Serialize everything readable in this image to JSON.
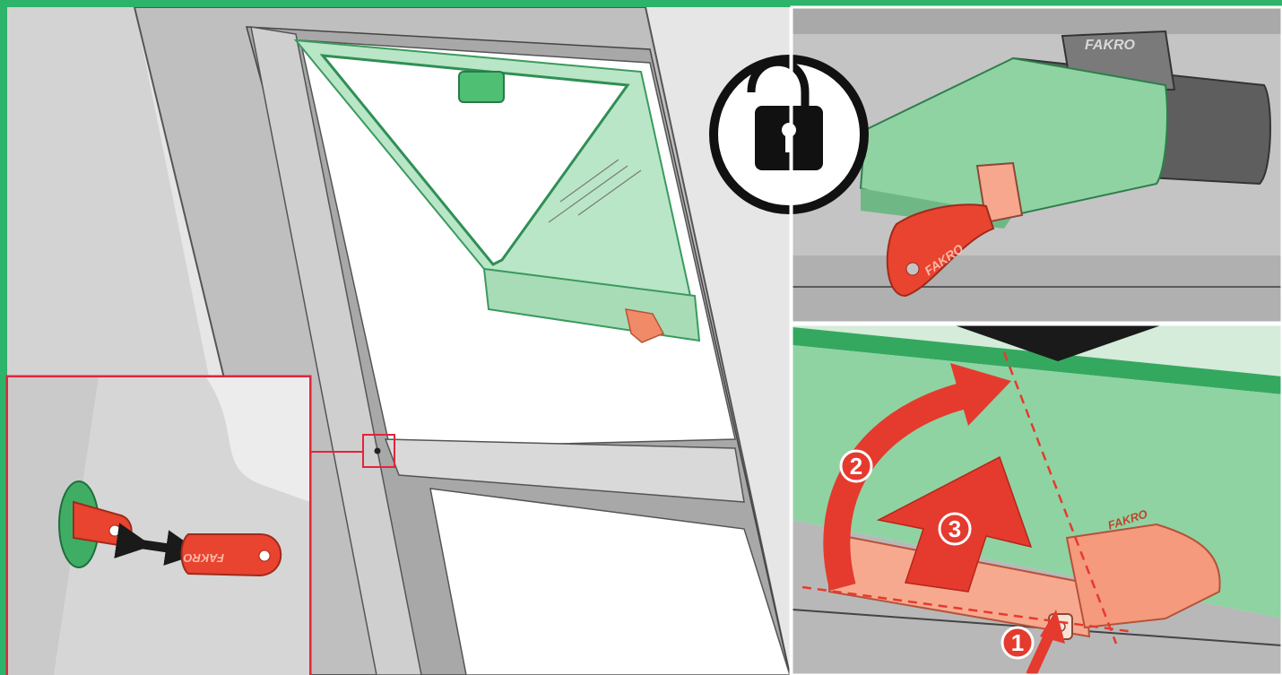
{
  "brand": "FAKRO",
  "steps": [
    {
      "number": "1",
      "meaning": "press lock button"
    },
    {
      "number": "2",
      "meaning": "rotate handle"
    },
    {
      "number": "3",
      "meaning": "lift handle"
    }
  ],
  "icons": {
    "lock": "open-padlock-icon",
    "arrow_push": "straight-arrow-icon",
    "arrow_rotate": "curved-arrow-icon",
    "arrow_double": "double-headed-arrow-icon",
    "arrow_down": "down-triangle-arrow-icon"
  },
  "colors": {
    "frame_border": "#2db36a",
    "inset_border": "#e3243b",
    "step_red": "#e53a2e",
    "sash_green": "#9fdcb0",
    "handle_salmon": "#f4896a",
    "wall_grey": "#d8d8d8"
  }
}
